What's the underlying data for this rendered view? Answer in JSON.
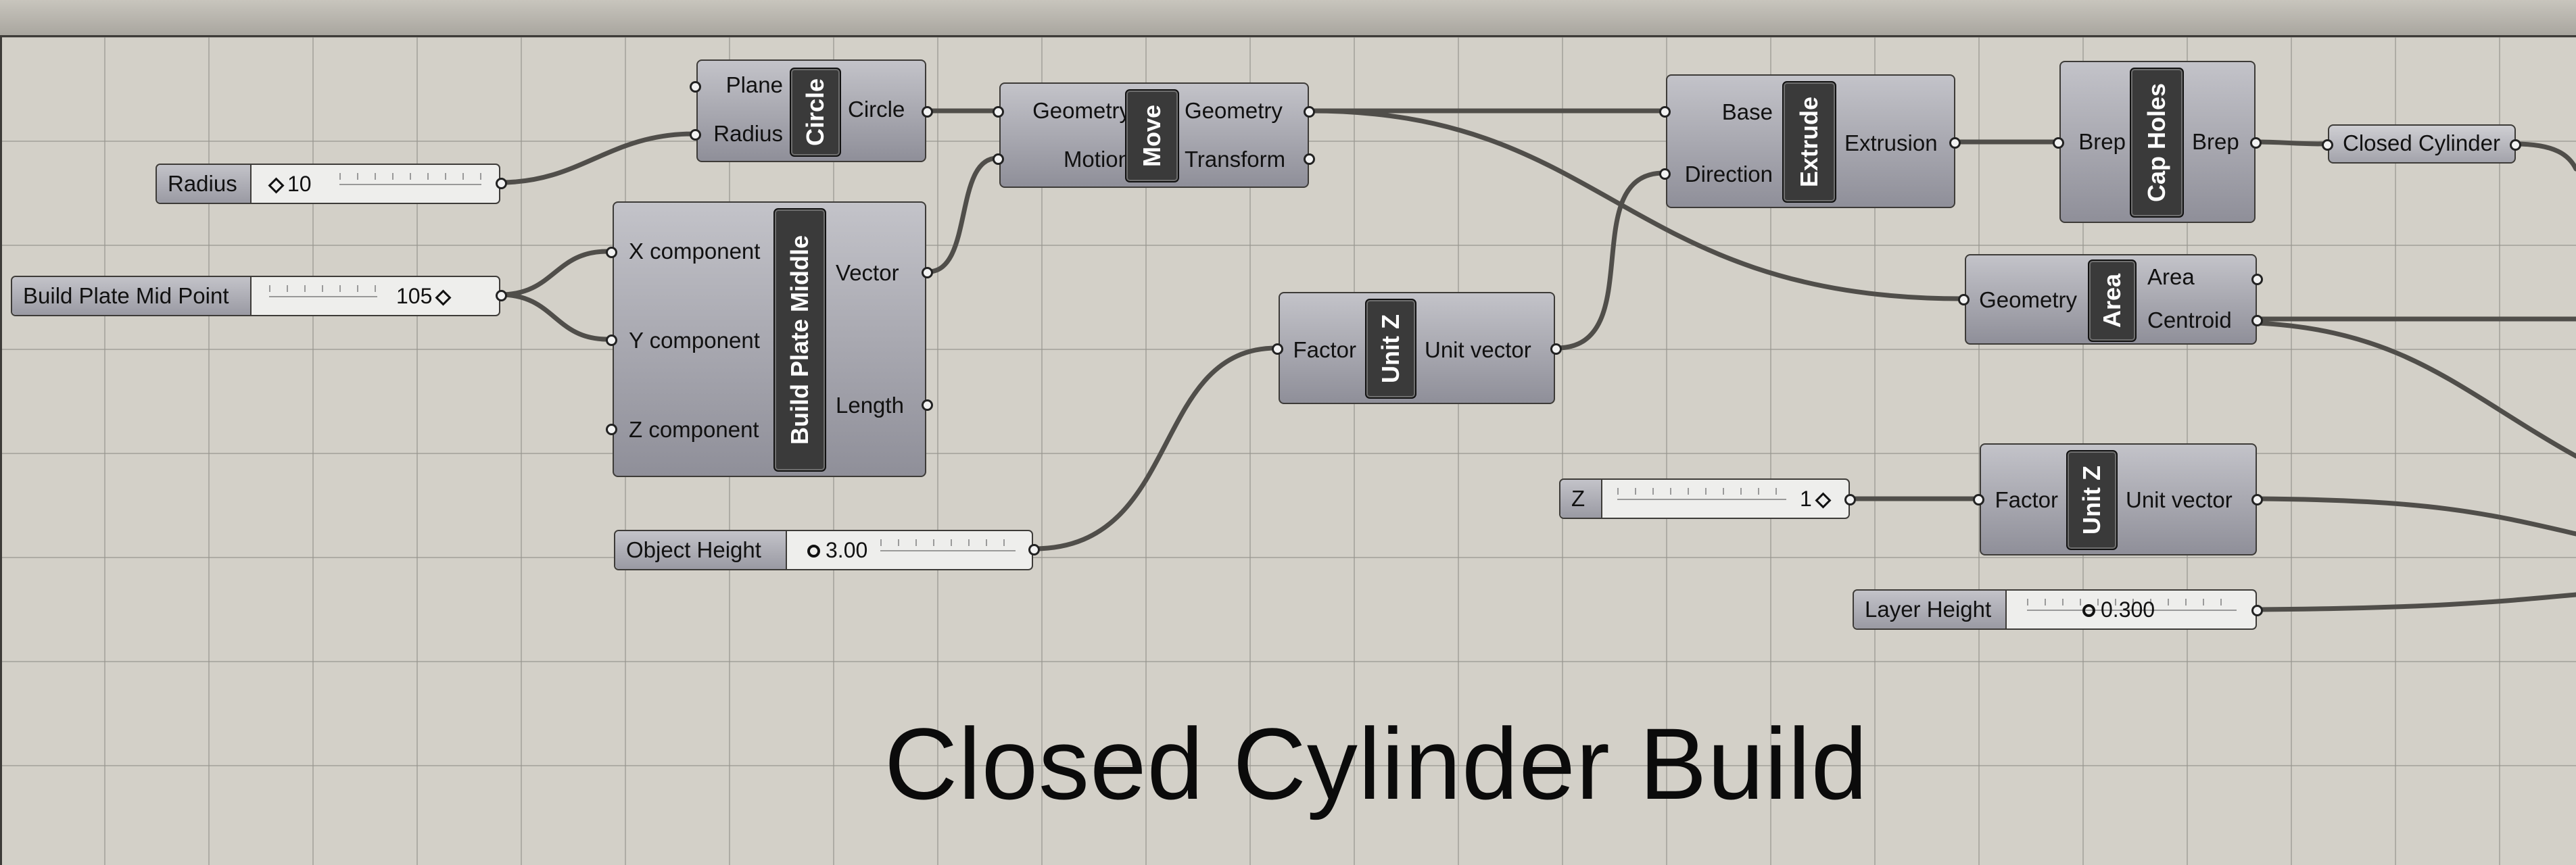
{
  "canvas_title": "Closed Cylinder Build",
  "colors": {
    "canvas": "#d3d0c8",
    "wire": "#504e4a",
    "component": "#a9a9b1",
    "nickname_bg": "#3a3a3a"
  },
  "sliders": {
    "radius": {
      "name": "Radius",
      "value": "10",
      "grip": "diamond"
    },
    "mid_point": {
      "name": "Build Plate Mid Point",
      "value": "105",
      "grip": "diamond"
    },
    "object_height": {
      "name": "Object Height",
      "value": "3.00",
      "grip": "circle"
    },
    "z": {
      "name": "Z",
      "value": "1",
      "grip": "diamond"
    },
    "layer_height": {
      "name": "Layer Height",
      "value": "0.300",
      "grip": "circle"
    }
  },
  "components": {
    "circle": {
      "nickname": "Circle",
      "inputs": [
        "Plane",
        "Radius"
      ],
      "outputs": [
        "Circle"
      ]
    },
    "vector": {
      "nickname": "Build Plate Middle",
      "inputs": [
        "X component",
        "Y component",
        "Z component"
      ],
      "outputs": [
        "Vector",
        "Length"
      ]
    },
    "move": {
      "nickname": "Move",
      "inputs": [
        "Geometry",
        "Motion"
      ],
      "outputs": [
        "Geometry",
        "Transform"
      ]
    },
    "unitz1": {
      "nickname": "Unit Z",
      "inputs": [
        "Factor"
      ],
      "outputs": [
        "Unit vector"
      ]
    },
    "extrude": {
      "nickname": "Extrude",
      "inputs": [
        "Base",
        "Direction"
      ],
      "outputs": [
        "Extrusion"
      ]
    },
    "capholes": {
      "nickname": "Cap Holes",
      "inputs": [
        "Brep"
      ],
      "outputs": [
        "Brep"
      ]
    },
    "area": {
      "nickname": "Area",
      "inputs": [
        "Geometry"
      ],
      "outputs": [
        "Area",
        "Centroid"
      ]
    },
    "unitz2": {
      "nickname": "Unit Z",
      "inputs": [
        "Factor"
      ],
      "outputs": [
        "Unit vector"
      ]
    }
  },
  "params": {
    "closed_cylinder": {
      "label": "Closed Cylinder"
    }
  }
}
